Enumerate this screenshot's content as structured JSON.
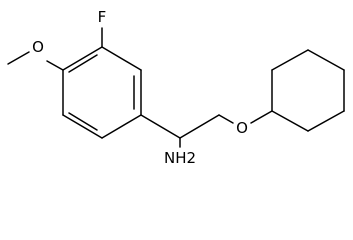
{
  "structure": {
    "atoms": {
      "fluorine": "F",
      "methoxy_oxygen": "O",
      "ether_oxygen": "O",
      "amine": "NH2"
    }
  }
}
